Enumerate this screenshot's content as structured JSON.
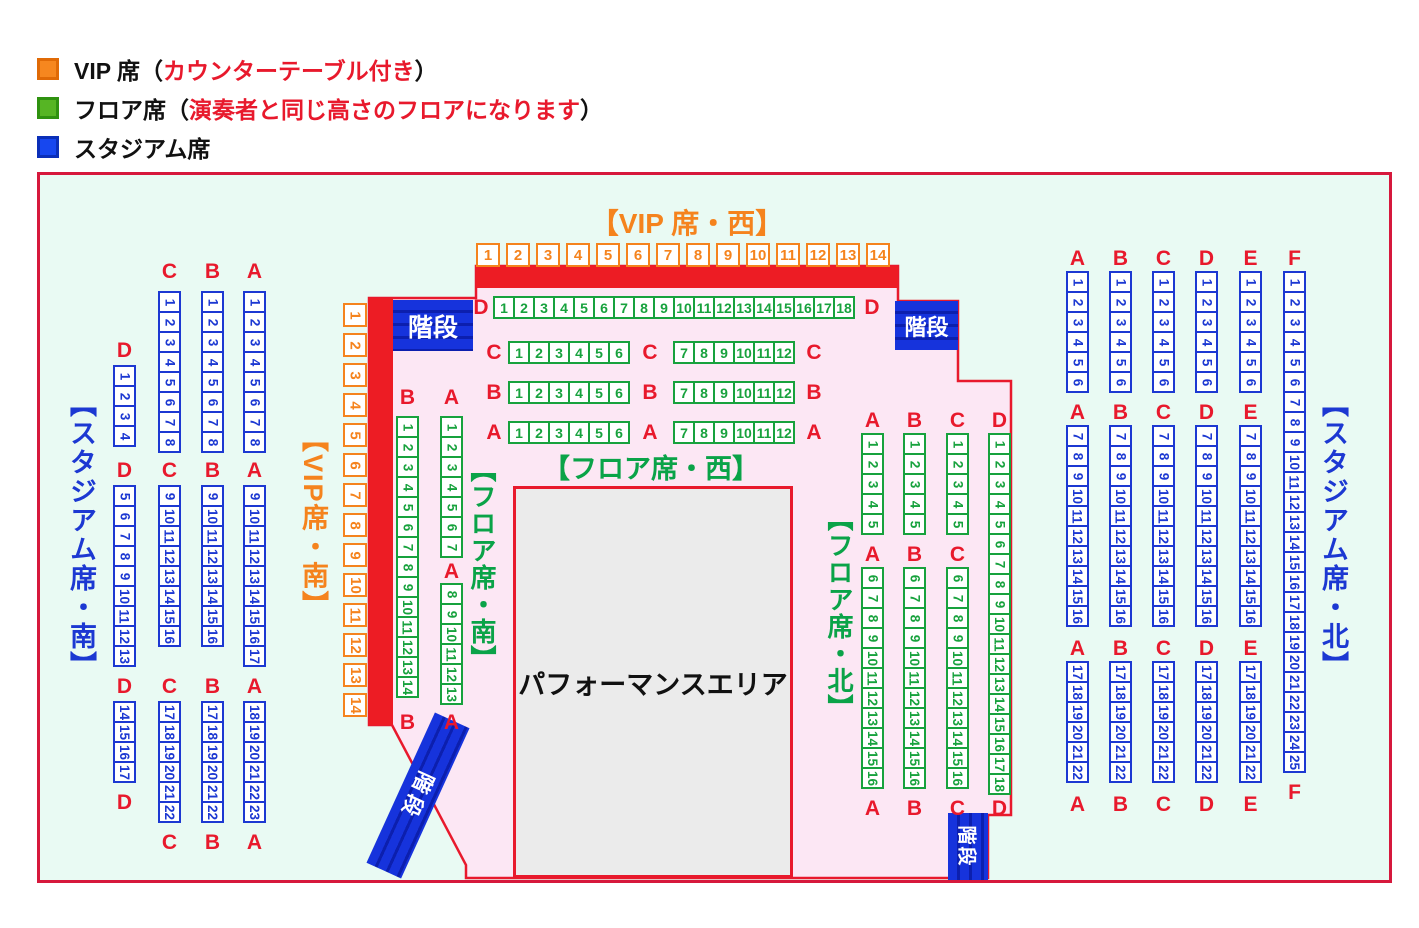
{
  "legend": {
    "items": [
      {
        "swatch": "vip",
        "label": "VIP 席",
        "paren_open": "（",
        "note": "カウンターテーブル付き",
        "paren_close": "）"
      },
      {
        "swatch": "floor",
        "label": "フロア席",
        "paren_open": "（",
        "note": "演奏者と同じ高さのフロアになります",
        "paren_close": "）"
      },
      {
        "swatch": "stadium",
        "label": "スタジアム席",
        "paren_open": "",
        "note": "",
        "paren_close": ""
      }
    ]
  },
  "venue": {
    "vip_west": {
      "title": "【VIP 席・西】",
      "row": [
        1,
        14
      ]
    },
    "vip_south": {
      "title": "【VIP席・南】",
      "column": [
        1,
        14
      ]
    },
    "floor_west": {
      "title": "【フロア席・西】",
      "rows": [
        {
          "label": "D",
          "groups": [
            [
              1,
              18
            ]
          ]
        },
        {
          "label": "C",
          "groups": [
            [
              1,
              6
            ],
            [
              7,
              12
            ]
          ]
        },
        {
          "label": "B",
          "groups": [
            [
              1,
              6
            ],
            [
              7,
              12
            ]
          ]
        },
        {
          "label": "A",
          "groups": [
            [
              1,
              6
            ],
            [
              7,
              12
            ]
          ]
        }
      ]
    },
    "floor_south": {
      "title": "【フロア席・南】",
      "columns": [
        {
          "label": "B",
          "segments": [
            [
              1,
              14
            ]
          ]
        },
        {
          "label": "A",
          "segments": [
            [
              1,
              7
            ],
            [
              8,
              13
            ]
          ]
        }
      ]
    },
    "floor_north": {
      "title": "【フロア席・北】",
      "columns": [
        {
          "label": "A",
          "segments": [
            [
              1,
              5
            ],
            [
              6,
              16
            ]
          ]
        },
        {
          "label": "B",
          "segments": [
            [
              1,
              5
            ],
            [
              6,
              16
            ]
          ]
        },
        {
          "label": "C",
          "segments": [
            [
              1,
              5
            ],
            [
              6,
              16
            ]
          ]
        },
        {
          "label": "D",
          "segments": [
            [
              1,
              18
            ]
          ]
        }
      ]
    },
    "stadium_south": {
      "title": "【スタジアム席・南】",
      "columns": [
        {
          "label": "D",
          "segments": [
            [
              1,
              4
            ],
            [
              5,
              13
            ],
            [
              14,
              17
            ]
          ]
        },
        {
          "label": "C",
          "segments": [
            [
              1,
              8
            ],
            [
              9,
              16
            ],
            [
              17,
              22
            ]
          ]
        },
        {
          "label": "B",
          "segments": [
            [
              1,
              8
            ],
            [
              9,
              16
            ],
            [
              17,
              22
            ]
          ]
        },
        {
          "label": "A",
          "segments": [
            [
              1,
              8
            ],
            [
              9,
              17
            ],
            [
              18,
              23
            ]
          ]
        }
      ]
    },
    "stadium_north": {
      "title": "【スタジアム席・北】",
      "columns": [
        {
          "label": "A",
          "segments": [
            [
              1,
              6
            ],
            [
              7,
              16
            ],
            [
              17,
              22
            ]
          ]
        },
        {
          "label": "B",
          "segments": [
            [
              1,
              6
            ],
            [
              7,
              16
            ],
            [
              17,
              22
            ]
          ]
        },
        {
          "label": "C",
          "segments": [
            [
              1,
              6
            ],
            [
              7,
              16
            ],
            [
              17,
              22
            ]
          ]
        },
        {
          "label": "D",
          "segments": [
            [
              1,
              6
            ],
            [
              7,
              16
            ],
            [
              17,
              22
            ]
          ]
        },
        {
          "label": "E",
          "segments": [
            [
              1,
              6
            ],
            [
              7,
              16
            ],
            [
              17,
              22
            ]
          ]
        },
        {
          "label": "F",
          "segments": [
            [
              1,
              25
            ]
          ]
        }
      ]
    },
    "performance_area": {
      "label": "パフォーマンスエリア"
    },
    "stairs": {
      "label": "階段"
    }
  },
  "colors": {
    "vip_orange": "#f5831d",
    "floor_green": "#14a245",
    "stadium_blue": "#1c38d2",
    "label_red": "#e8192c",
    "wall_red": "#ed1c24",
    "floor_pink": "#fce7f4",
    "background_mint": "#e9faf3",
    "stairs_blue": "#1531d8",
    "performance_grey": "#ebebeb"
  }
}
